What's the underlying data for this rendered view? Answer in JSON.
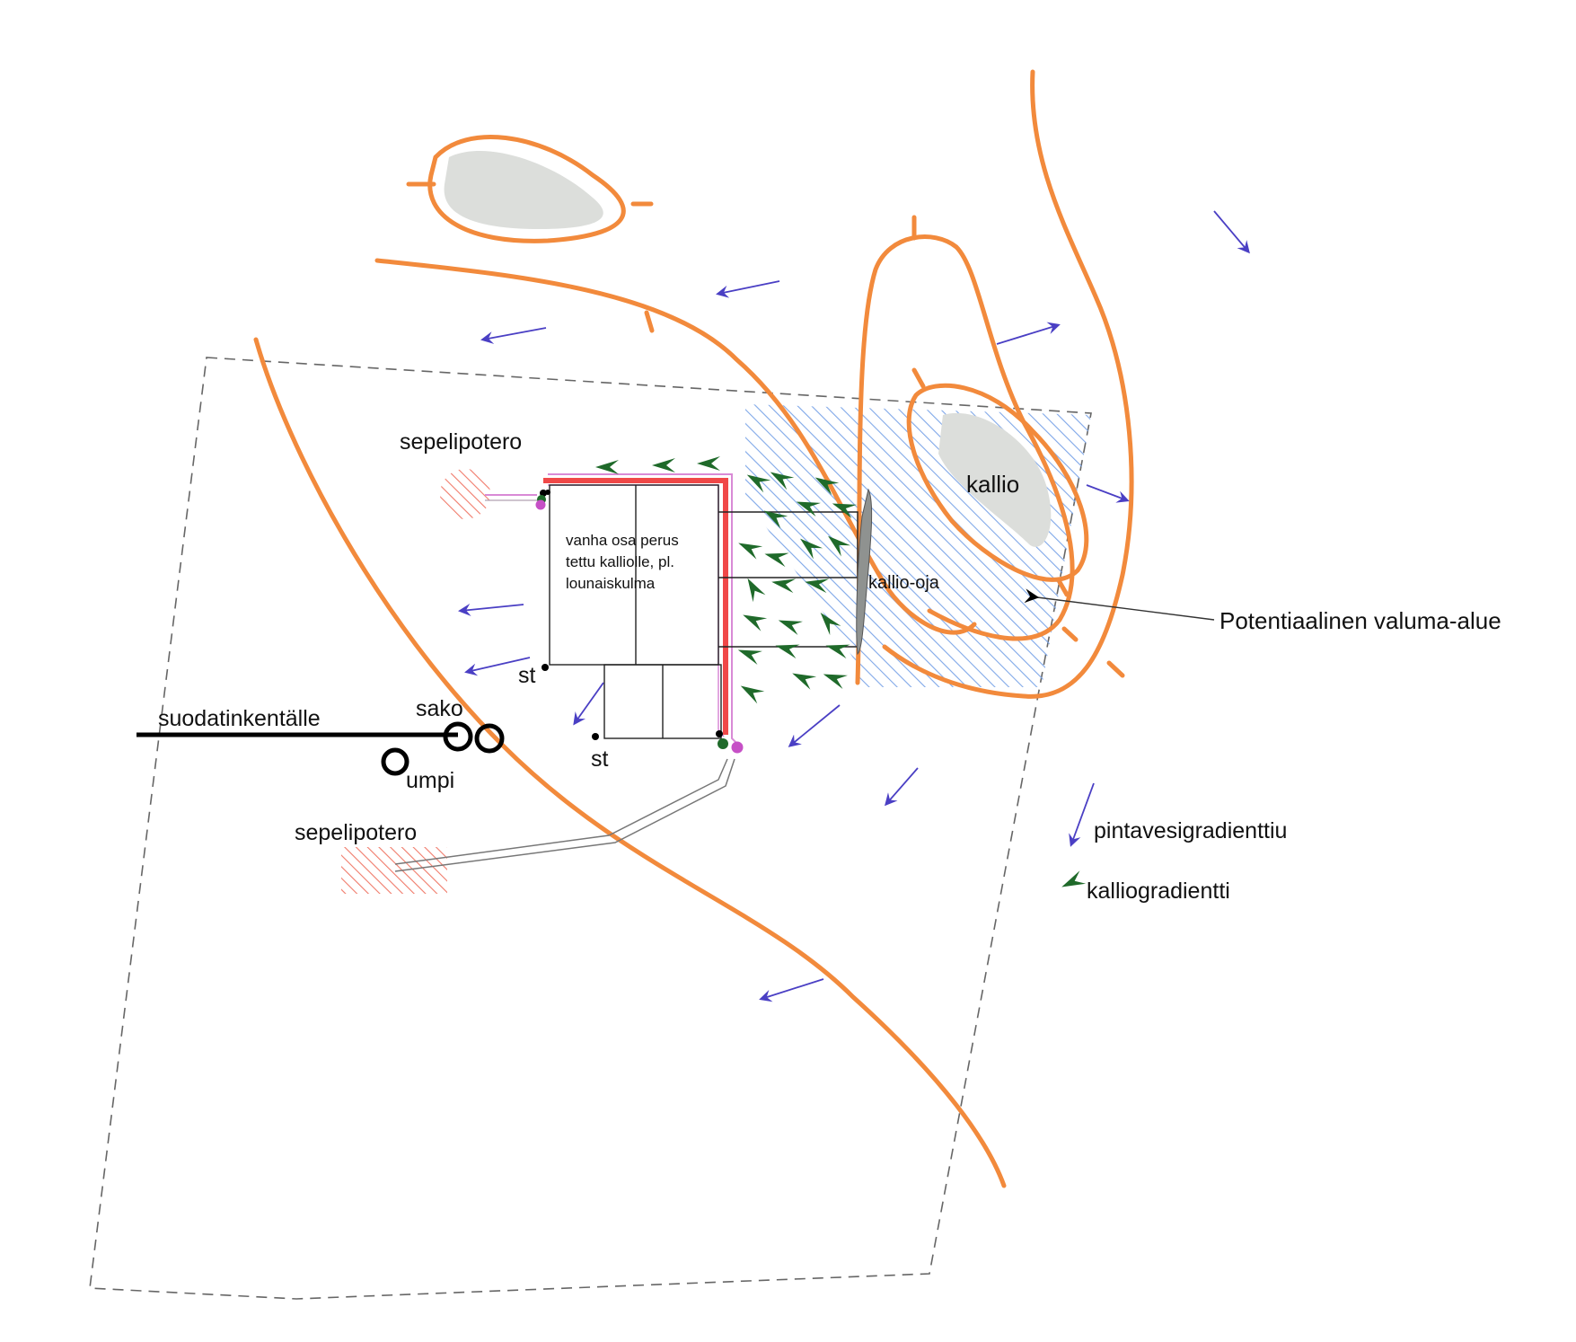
{
  "labels": {
    "gravel_pit_top": "sepelipotero",
    "gravel_pit_bottom": "sepelipotero",
    "house_note_line1": "vanha osa perus",
    "house_note_line2": "tettu kalliolle, pl.",
    "house_note_line3": "lounaiskulma",
    "rock": "kallio",
    "rock_ditch": "kallio-oja",
    "catchment_callout": "Potentiaalinen valuma-alue",
    "filter_field": "suodatinkentälle",
    "septic": "sako",
    "closed_tank": "umpi",
    "st_upper": "st",
    "st_lower": "st"
  },
  "legend": {
    "surface_gradient": "pintavesigradienttiu",
    "rock_gradient": "kalliogradientti"
  },
  "colors": {
    "contour": "#f28a3c",
    "rock_outcrop": "#dcdedb",
    "surface_arrow": "#4a3fc4",
    "rock_arrow": "#1f6a2a",
    "catchment_hatch": "#7fa7e8",
    "gravel_hatch": "#f07a6a",
    "drain_red": "#f04848",
    "drain_pink": "#d98ad6",
    "property_boundary": "#555555"
  },
  "icons": {
    "surface_arrow": "arrow-icon",
    "rock_arrow": "chevron-arrow-icon"
  }
}
